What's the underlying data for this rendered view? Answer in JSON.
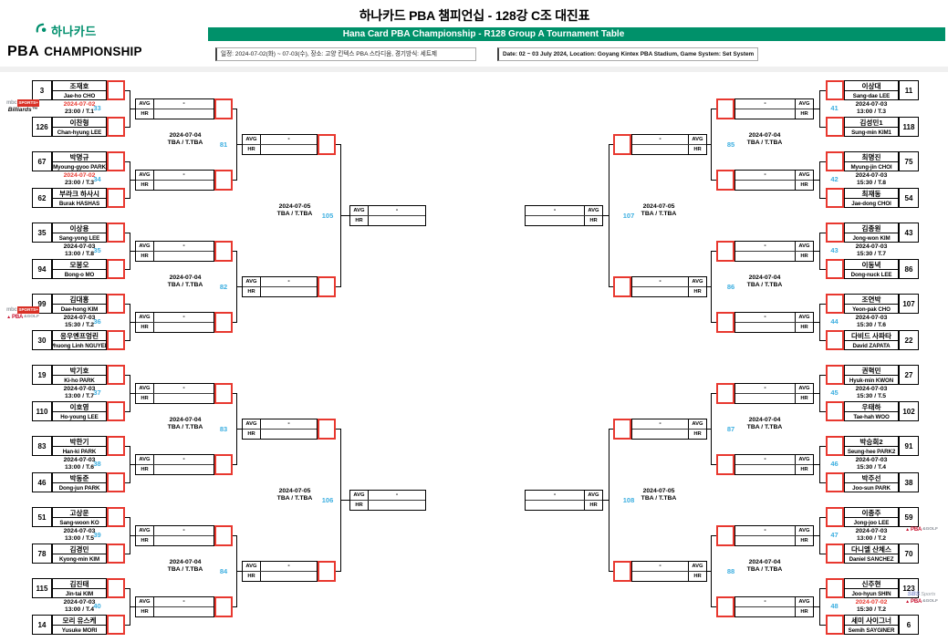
{
  "header": {
    "title": "하나카드 PBA 챔피언십 - 128강 C조 대진표",
    "band": "Hana Card PBA Championship - R128 Group A Tournament Table",
    "hana_logo_text": "하나카드",
    "pba_logo_text": "PBA",
    "championship_text": "CHAMPIONSHIP",
    "info_kr": "일정: 2024-07-02(화) ~ 07-03(수), 장소: 고양 킨텍스 PBA 스타디움, 경기방식: 세트제",
    "info_en": "Date: 02 ~ 03 July 2024, Location: Goyang Kintex PBA Stadium, Game System: Set System"
  },
  "labels": {
    "avg": "AVG",
    "hr": "HR",
    "dash": "-"
  },
  "rounds": {
    "r64_date": "2024-07-04",
    "r64_time": "TBA / T.TBA",
    "r32_date": "2024-07-05",
    "r32_time": "TBA / T.TBA"
  },
  "colors": {
    "green": "#00916A",
    "red": "#E8382F",
    "blue": "#3BAEE0"
  },
  "logos": {
    "mbc": {
      "gray": "mbc",
      "red": "SPORTS+",
      "billiards": "Billiards™"
    },
    "pba_golf": {
      "mark": "▲",
      "pba": "PBA",
      "golf": "&GOLF"
    },
    "sbs": {
      "sbs": "SBS",
      "sports": "Sports"
    }
  },
  "left_matches": [
    {
      "no": "33",
      "date": "2024-07-02",
      "red": true,
      "time": "23:00 / T.1",
      "a": {
        "seed": "3",
        "kr": "조재호",
        "en": "Jae-ho CHO"
      },
      "b": {
        "seed": "126",
        "kr": "이찬형",
        "en": "Chan-hyung LEE"
      }
    },
    {
      "no": "34",
      "date": "2024-07-02",
      "red": true,
      "time": "23:00 / T.3",
      "a": {
        "seed": "67",
        "kr": "박명규",
        "en": "Myoung-gyoo PARK"
      },
      "b": {
        "seed": "62",
        "kr": "부라크 하사시",
        "en": "Burak HASHAS"
      }
    },
    {
      "no": "35",
      "date": "2024-07-03",
      "red": false,
      "time": "13:00 / T.8",
      "a": {
        "seed": "35",
        "kr": "이상용",
        "en": "Sang-yong LEE"
      },
      "b": {
        "seed": "94",
        "kr": "모봉오",
        "en": "Bong-o MO"
      }
    },
    {
      "no": "36",
      "date": "2024-07-03",
      "red": false,
      "time": "15:30 / T.2",
      "a": {
        "seed": "99",
        "kr": "김대홍",
        "en": "Dae-hong KIM"
      },
      "b": {
        "seed": "30",
        "kr": "응우옌프엉린",
        "en": "Phuong Linh NGUYEN"
      }
    },
    {
      "no": "37",
      "date": "2024-07-03",
      "red": false,
      "time": "13:00 / T.7",
      "a": {
        "seed": "19",
        "kr": "박기호",
        "en": "Ki-ho PARK"
      },
      "b": {
        "seed": "110",
        "kr": "이호영",
        "en": "Ho-young LEE"
      }
    },
    {
      "no": "38",
      "date": "2024-07-03",
      "red": false,
      "time": "13:00 / T.6",
      "a": {
        "seed": "83",
        "kr": "박한기",
        "en": "Han-ki PARK"
      },
      "b": {
        "seed": "46",
        "kr": "박동준",
        "en": "Dong-jun PARK"
      }
    },
    {
      "no": "39",
      "date": "2024-07-03",
      "red": false,
      "time": "13:00 / T.5",
      "a": {
        "seed": "51",
        "kr": "고상운",
        "en": "Sang-woon KO"
      },
      "b": {
        "seed": "78",
        "kr": "김경민",
        "en": "Kyong-min KIM"
      }
    },
    {
      "no": "40",
      "date": "2024-07-03",
      "red": false,
      "time": "13:00 / T.4",
      "a": {
        "seed": "115",
        "kr": "김진태",
        "en": "Jin-tai KIM"
      },
      "b": {
        "seed": "14",
        "kr": "모리 유스케",
        "en": "Yusuke MORI"
      }
    }
  ],
  "right_matches": [
    {
      "no": "41",
      "date": "2024-07-03",
      "red": false,
      "time": "13:00 / T.3",
      "a": {
        "seed": "11",
        "kr": "이상대",
        "en": "Sang-dae LEE"
      },
      "b": {
        "seed": "118",
        "kr": "김성민1",
        "en": "Sung-min KIM1"
      }
    },
    {
      "no": "42",
      "date": "2024-07-03",
      "red": false,
      "time": "15:30 / T.8",
      "a": {
        "seed": "75",
        "kr": "최명진",
        "en": "Myung-jin CHOI"
      },
      "b": {
        "seed": "54",
        "kr": "최재동",
        "en": "Jae-dong CHOI"
      }
    },
    {
      "no": "43",
      "date": "2024-07-03",
      "red": false,
      "time": "15:30 / T.7",
      "a": {
        "seed": "43",
        "kr": "김종원",
        "en": "Jong-won KIM"
      },
      "b": {
        "seed": "86",
        "kr": "이동녁",
        "en": "Dong-nuck LEE"
      }
    },
    {
      "no": "44",
      "date": "2024-07-03",
      "red": false,
      "time": "15:30 / T.6",
      "a": {
        "seed": "107",
        "kr": "조연박",
        "en": "Yeon-pak CHO"
      },
      "b": {
        "seed": "22",
        "kr": "다비드 사파타",
        "en": "David ZAPATA"
      }
    },
    {
      "no": "45",
      "date": "2024-07-03",
      "red": false,
      "time": "15:30 / T.5",
      "a": {
        "seed": "27",
        "kr": "권혁민",
        "en": "Hyuk-min KWON"
      },
      "b": {
        "seed": "102",
        "kr": "우태하",
        "en": "Tae-hah WOO"
      }
    },
    {
      "no": "46",
      "date": "2024-07-03",
      "red": false,
      "time": "15:30 / T.4",
      "a": {
        "seed": "91",
        "kr": "박승희2",
        "en": "Seung-hee PARK2"
      },
      "b": {
        "seed": "38",
        "kr": "박주선",
        "en": "Joo-sun PARK"
      }
    },
    {
      "no": "47",
      "date": "2024-07-03",
      "red": false,
      "time": "13:00 / T.2",
      "a": {
        "seed": "59",
        "kr": "이종주",
        "en": "Jong-joo LEE"
      },
      "b": {
        "seed": "70",
        "kr": "다니엘 산체스",
        "en": "Daniel SANCHEZ"
      }
    },
    {
      "no": "48",
      "date": "2024-07-02",
      "red": true,
      "time": "15:30 / T.2",
      "a": {
        "seed": "123",
        "kr": "신주현",
        "en": "Joo-hyun SHIN"
      },
      "b": {
        "seed": "6",
        "kr": "세미 사이그너",
        "en": "Semih SAYGINER"
      }
    }
  ],
  "left_r64_nos": [
    "81",
    "82",
    "83",
    "84"
  ],
  "right_r64_nos": [
    "85",
    "86",
    "87",
    "88"
  ],
  "left_r32_nos": [
    "105",
    "106"
  ],
  "right_r32_nos": [
    "107",
    "108"
  ]
}
